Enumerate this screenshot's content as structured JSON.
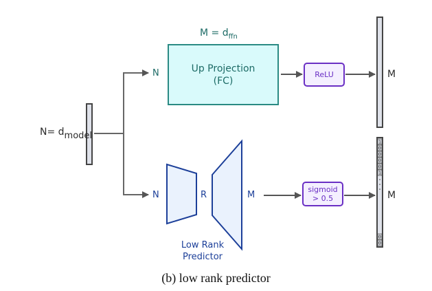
{
  "diagram": {
    "input": {
      "label_main": "N= d",
      "label_sub": "model"
    },
    "top_branch": {
      "input_dim": "N",
      "dim_note_main": "M = d",
      "dim_note_sub": "ffn",
      "box_line1": "Up Projection",
      "box_line2": "(FC)",
      "activation": "ReLU",
      "output_dim": "M"
    },
    "bottom_branch": {
      "input_dim": "N",
      "rank_dim": "R",
      "mid_output_dim": "M",
      "predictor_line1": "Low Rank",
      "predictor_line2": "Predictor",
      "activation_line1": "sigmoid",
      "activation_line2": "> 0.5",
      "output_dim": "M",
      "mask_bits_top": [
        "1",
        "0",
        "0",
        "0",
        "0",
        "1"
      ],
      "mask_ellipsis": ". . .",
      "mask_bits_bottom": [
        "0",
        "0"
      ]
    },
    "caption": "(b) low rank predictor",
    "colors": {
      "teal_text": "#1d6b66",
      "teal_box_fill": "#d9fafb",
      "teal_box_stroke": "#2a8a83",
      "blue": "#1c3f99",
      "blue_fill": "#eaf2fd",
      "purple": "#6a2fc4",
      "purple_fill": "#f4efff",
      "vector_fill": "#dfe2ea",
      "vector_stroke": "#444444",
      "arrow": "#555555"
    }
  }
}
